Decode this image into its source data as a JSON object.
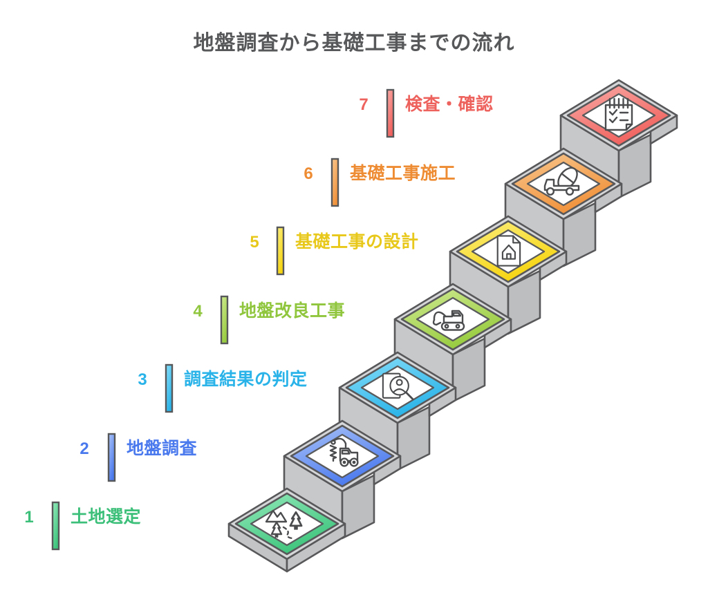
{
  "title": "地盤調査から基礎工事までの流れ",
  "steps": [
    {
      "num": "1",
      "label": "土地選定",
      "icon": "terrain-icon",
      "color_main": "#3ec47c",
      "color_light": "#93e9ba",
      "color_text": "#3bbf79"
    },
    {
      "num": "2",
      "label": "地盤調査",
      "icon": "drill-rig-icon",
      "color_main": "#4a79ee",
      "color_light": "#aac3f7",
      "color_text": "#4a79ee"
    },
    {
      "num": "3",
      "label": "調査結果の判定",
      "icon": "report-review-icon",
      "color_main": "#29b3e8",
      "color_light": "#87defa",
      "color_text": "#29b3e8"
    },
    {
      "num": "4",
      "label": "地盤改良工事",
      "icon": "excavator-icon",
      "color_main": "#97cb3e",
      "color_light": "#d0ea92",
      "color_text": "#8fc63d"
    },
    {
      "num": "5",
      "label": "基礎工事の設計",
      "icon": "house-plan-icon",
      "color_main": "#f6d410",
      "color_light": "#fbee7d",
      "color_text": "#e7c81b"
    },
    {
      "num": "6",
      "label": "基礎工事施工",
      "icon": "mixer-truck-icon",
      "color_main": "#f0913a",
      "color_light": "#f8c78e",
      "color_text": "#ee8c33"
    },
    {
      "num": "7",
      "label": "検査・確認",
      "icon": "checklist-icon",
      "color_main": "#f0615d",
      "color_light": "#f9aaa6",
      "color_text": "#ee625e"
    }
  ]
}
